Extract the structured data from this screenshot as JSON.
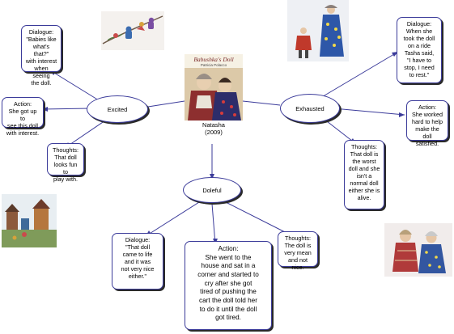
{
  "center": {
    "cover_title": "Babushka's Doll",
    "cover_author": "Patricia Polacco",
    "caption": "Natasha\n(2009)"
  },
  "emotions": {
    "excited": "Excited",
    "exhausted": "Exhausted",
    "doleful": "Doleful"
  },
  "nodes": {
    "excited_dialogue": "Dialogue:\n\"Babies like\nwhat's that?\"\nwith interest\nwhen seeing\nthe doll.",
    "excited_action": "Action:\nShe got up to\nsee this doll\nwith interest.",
    "excited_thoughts": "Thoughts:\nThat doll\nlooks fun to\nplay with.",
    "exhausted_dialogue": "Dialogue:\nWhen she\ntook the doll\non a ride\nTasha said,\n\"I have to\nstop, I need\nto rest.\"",
    "exhausted_action": "Action:\nShe worked\nhard to help\nmake the\ndoll\nsatisfied.",
    "exhausted_thoughts": "Thoughts:\nThat doll is\nthe worst\ndoll and she\nisn't a\nnormal doll\neither she is\nalive.",
    "doleful_dialogue": "Dialogue:\n\"That doll\ncame to life\nand it was\nnot very nice\neither.\"",
    "doleful_action": "Action:\nShe went to the\nhouse and sat in a\ncorner and started to\ncry after she got\ntired of pushing the\ncart the doll told her\nto do it until the doll\ngot tired.",
    "doleful_thoughts": "Thoughts:\nThe doll is\nvery mean\nand not nice."
  },
  "colors": {
    "line": "#3b3b9a",
    "node_border": "#3b3b9a",
    "shadow": "#2a2a2a"
  }
}
